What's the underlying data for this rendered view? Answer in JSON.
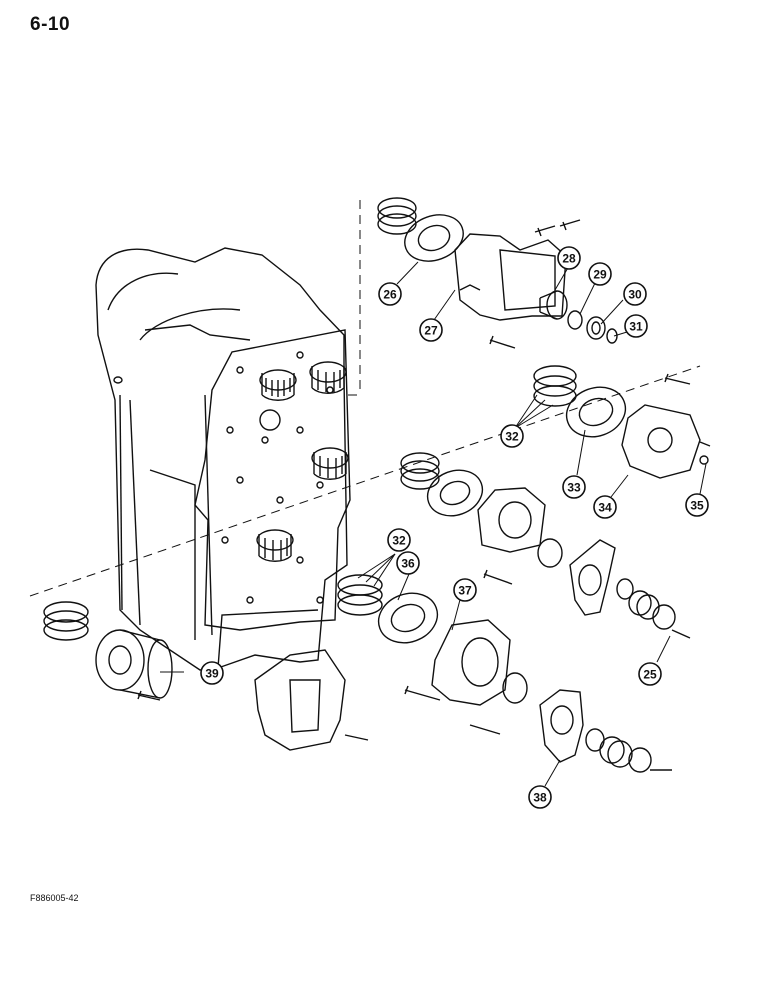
{
  "page": {
    "page_number": "6-10",
    "figure_code": "F886005-42"
  },
  "callouts": [
    {
      "label": "26"
    },
    {
      "label": "27"
    },
    {
      "label": "28"
    },
    {
      "label": "29"
    },
    {
      "label": "30"
    },
    {
      "label": "31"
    },
    {
      "label": "32"
    },
    {
      "label": "33"
    },
    {
      "label": "34"
    },
    {
      "label": "35"
    },
    {
      "label": "32"
    },
    {
      "label": "36"
    },
    {
      "label": "37"
    },
    {
      "label": "39"
    },
    {
      "label": "25"
    },
    {
      "label": "38"
    }
  ],
  "colors": {
    "ink": "#111111",
    "paper": "#ffffff"
  }
}
